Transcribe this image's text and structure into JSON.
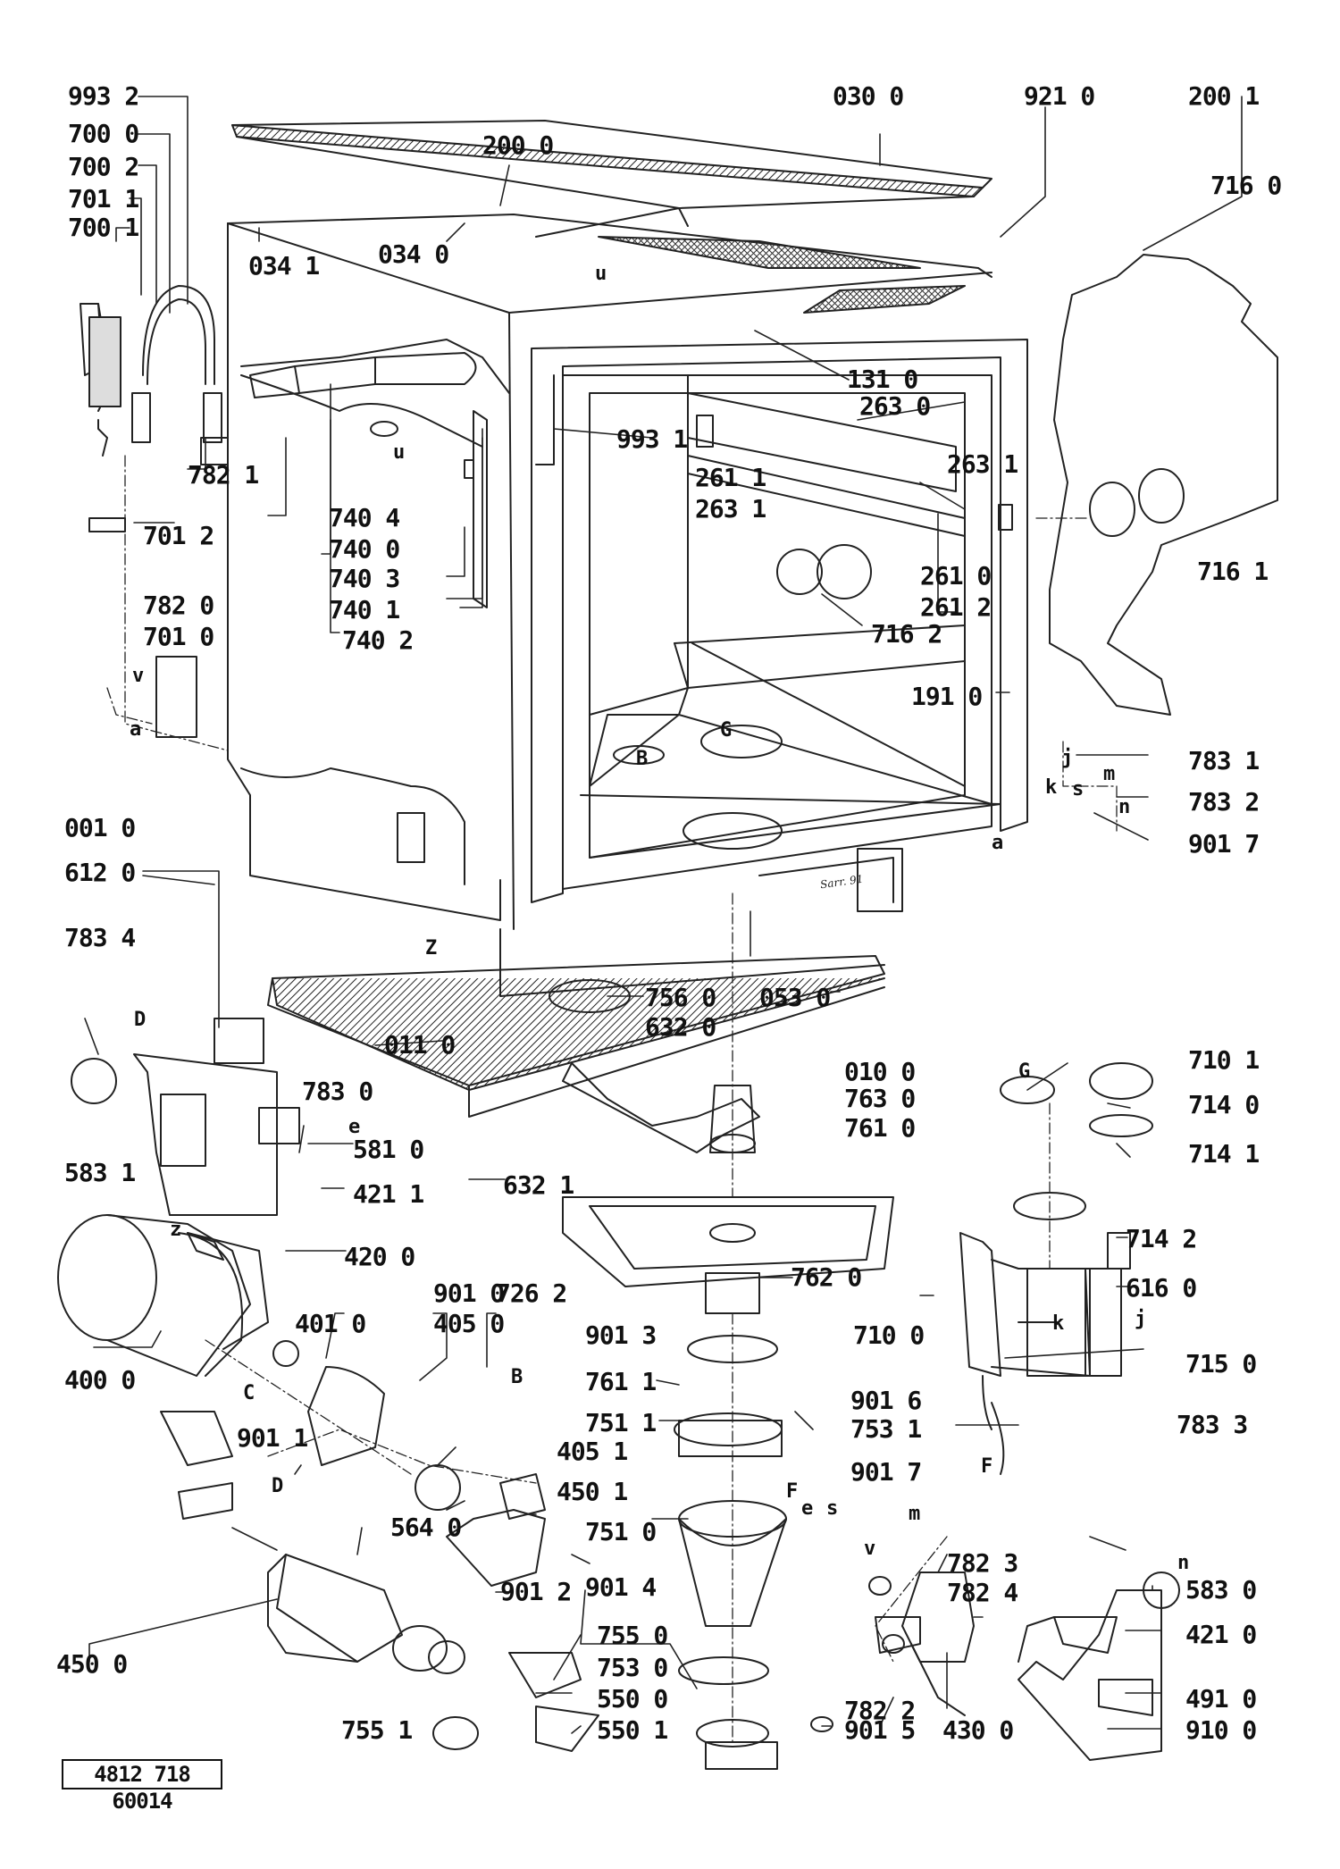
{
  "reference_number": "4812 718 60014",
  "handwritten_note": "Sarr. 91",
  "part_labels": {
    "p9932": "993 2",
    "p7000": "700 0",
    "p7002": "700 2",
    "p7011": "701 1",
    "p7001": "700 1",
    "p0300": "030 0",
    "p2000": "200 0",
    "p9210": "921 0",
    "p2001": "200 1",
    "p7160": "716 0",
    "p0340": "034 0",
    "p0341": "034 1",
    "p1310": "131 0",
    "p2630": "263 0",
    "p9931": "993 1",
    "p7821": "782 1",
    "p2611": "261 1",
    "p2631": "263 1",
    "p7161": "716 1",
    "p7404": "740 4",
    "p7400": "740 0",
    "p7403": "740 3",
    "p7401": "740 1",
    "p7402": "740 2",
    "p7012": "701 2",
    "p7820": "782 0",
    "p7010": "701 0",
    "p2610": "261 0",
    "p2612": "261 2",
    "p7162": "716 2",
    "p1910": "191 0",
    "p7831": "783 1",
    "p7832": "783 2",
    "p9017a": "901 7",
    "p0010": "001 0",
    "p6120": "612 0",
    "p7834": "783 4",
    "p0530": "053 0",
    "p7560": "756 0",
    "p6320": "632 0",
    "p0110": "011 0",
    "p0100": "010 0",
    "p7101": "710 1",
    "p7140": "714 0",
    "p7830": "783 0",
    "p7630": "763 0",
    "p7610": "761 0",
    "p7141": "714 1",
    "p5810": "581 0",
    "p6321": "632 1",
    "p5831": "583 1",
    "p4211": "421 1",
    "p7142": "714 2",
    "p4200": "420 0",
    "p7620": "762 0",
    "p6160": "616 0",
    "p9010": "901 0",
    "p7262": "726 2",
    "p4010": "401 0",
    "p4050": "405 0",
    "p9013": "901 3",
    "p7100": "710 0",
    "p7150": "715 0",
    "p4000": "400 0",
    "p7611": "761 1",
    "p9016": "901 6",
    "p7833": "783 3",
    "p7511": "751 1",
    "p7531": "753 1",
    "p9011": "901 1",
    "p4051": "405 1",
    "p4501": "450 1",
    "p9017b": "901 7",
    "p5640": "564 0",
    "p7510": "751 0",
    "p9012": "901 2",
    "p9014": "901 4",
    "p7823": "782 3",
    "p5830": "583 0",
    "p7824": "782 4",
    "p7550": "755 0",
    "p4210": "421 0",
    "p4500": "450 0",
    "p7530": "753 0",
    "p5500": "550 0",
    "p7822": "782 2",
    "p4910": "491 0",
    "p7551": "755 1",
    "p5501": "550 1",
    "p9015": "901 5",
    "p4300": "430 0",
    "p9100": "910 0"
  },
  "letter_labels": {
    "u1": "u",
    "u2": "u",
    "a1": "a",
    "v1": "v",
    "G1": "G",
    "B1": "B",
    "Z1": "Z",
    "z2": "z",
    "k1": "k",
    "s1": "s",
    "m1": "m",
    "j1": "j",
    "n1": "n",
    "a2": "a",
    "D1": "D",
    "e1": "e",
    "G2": "G",
    "C1": "C",
    "B2": "B",
    "D2": "D",
    "F1": "F",
    "e2": "e",
    "s2": "s",
    "m2": "m",
    "v2": "v",
    "j2": "j",
    "F2": "F",
    "n2": "n",
    "k2": "k"
  }
}
